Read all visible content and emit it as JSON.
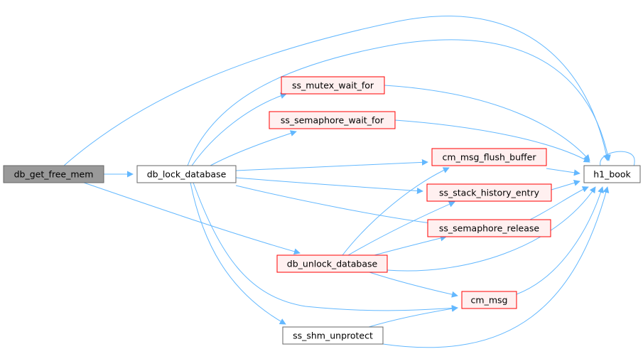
{
  "colors": {
    "edge": "#63b8ff",
    "root_fill": "#999999",
    "root_stroke": "#666666",
    "node_fill": "#ffffff",
    "node_stroke": "#666666",
    "warn_fill": "#fff0f0",
    "warn_stroke": "#ff0000"
  },
  "nodes": [
    {
      "id": "db_get_free_mem",
      "label": "db_get_free_mem",
      "style": "root"
    },
    {
      "id": "db_lock_database",
      "label": "db_lock_database",
      "style": "plain"
    },
    {
      "id": "h1_book",
      "label": "h1_book",
      "style": "plain"
    },
    {
      "id": "db_unlock_database",
      "label": "db_unlock_database",
      "style": "warn"
    },
    {
      "id": "ss_mutex_wait_for",
      "label": "ss_mutex_wait_for",
      "style": "warn"
    },
    {
      "id": "ss_semaphore_wait_for",
      "label": "ss_semaphore_wait_for",
      "style": "warn"
    },
    {
      "id": "cm_msg_flush_buffer",
      "label": "cm_msg_flush_buffer",
      "style": "warn"
    },
    {
      "id": "ss_stack_history_entry",
      "label": "ss_stack_history_entry",
      "style": "warn"
    },
    {
      "id": "ss_semaphore_release",
      "label": "ss_semaphore_release",
      "style": "warn"
    },
    {
      "id": "cm_msg",
      "label": "cm_msg",
      "style": "warn"
    },
    {
      "id": "ss_shm_unprotect",
      "label": "ss_shm_unprotect",
      "style": "plain"
    }
  ],
  "edges": [
    {
      "from": "db_get_free_mem",
      "to": "db_lock_database"
    },
    {
      "from": "db_get_free_mem",
      "to": "h1_book"
    },
    {
      "from": "db_get_free_mem",
      "to": "db_unlock_database"
    },
    {
      "from": "db_lock_database",
      "to": "h1_book"
    },
    {
      "from": "db_lock_database",
      "to": "ss_mutex_wait_for"
    },
    {
      "from": "db_lock_database",
      "to": "ss_semaphore_wait_for"
    },
    {
      "from": "db_lock_database",
      "to": "cm_msg_flush_buffer"
    },
    {
      "from": "db_lock_database",
      "to": "ss_stack_history_entry"
    },
    {
      "from": "db_lock_database",
      "to": "ss_semaphore_release"
    },
    {
      "from": "db_lock_database",
      "to": "cm_msg"
    },
    {
      "from": "db_lock_database",
      "to": "ss_shm_unprotect"
    },
    {
      "from": "ss_mutex_wait_for",
      "to": "h1_book"
    },
    {
      "from": "ss_semaphore_wait_for",
      "to": "h1_book"
    },
    {
      "from": "cm_msg_flush_buffer",
      "to": "h1_book"
    },
    {
      "from": "ss_stack_history_entry",
      "to": "h1_book"
    },
    {
      "from": "ss_semaphore_release",
      "to": "h1_book"
    },
    {
      "from": "db_unlock_database",
      "to": "h1_book"
    },
    {
      "from": "db_unlock_database",
      "to": "cm_msg_flush_buffer"
    },
    {
      "from": "db_unlock_database",
      "to": "ss_stack_history_entry"
    },
    {
      "from": "db_unlock_database",
      "to": "ss_semaphore_release"
    },
    {
      "from": "db_unlock_database",
      "to": "cm_msg"
    },
    {
      "from": "cm_msg",
      "to": "h1_book"
    },
    {
      "from": "ss_shm_unprotect",
      "to": "cm_msg"
    },
    {
      "from": "ss_shm_unprotect",
      "to": "h1_book"
    },
    {
      "from": "h1_book",
      "to": "h1_book"
    }
  ]
}
